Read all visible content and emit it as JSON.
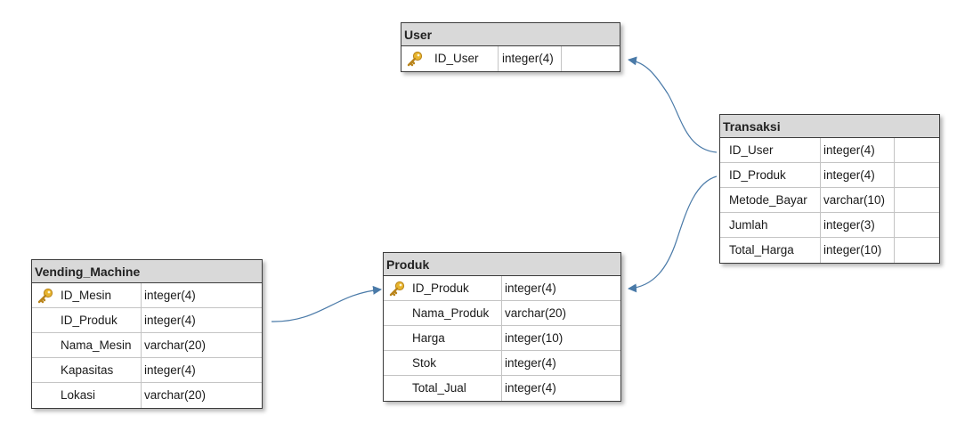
{
  "tables": {
    "user": {
      "title": "User",
      "columns": [
        {
          "name": "ID_User",
          "type": "integer(4)",
          "primary_key": true
        }
      ]
    },
    "transaksi": {
      "title": "Transaksi",
      "columns": [
        {
          "name": "ID_User",
          "type": "integer(4)",
          "primary_key": false
        },
        {
          "name": "ID_Produk",
          "type": "integer(4)",
          "primary_key": false
        },
        {
          "name": "Metode_Bayar",
          "type": "varchar(10)",
          "primary_key": false
        },
        {
          "name": "Jumlah",
          "type": "integer(3)",
          "primary_key": false
        },
        {
          "name": "Total_Harga",
          "type": "integer(10)",
          "primary_key": false
        }
      ]
    },
    "vending": {
      "title": "Vending_Machine",
      "columns": [
        {
          "name": "ID_Mesin",
          "type": "integer(4)",
          "primary_key": true
        },
        {
          "name": "ID_Produk",
          "type": "integer(4)",
          "primary_key": false
        },
        {
          "name": "Nama_Mesin",
          "type": "varchar(20)",
          "primary_key": false
        },
        {
          "name": "Kapasitas",
          "type": "integer(4)",
          "primary_key": false
        },
        {
          "name": "Lokasi",
          "type": "varchar(20)",
          "primary_key": false
        }
      ]
    },
    "produk": {
      "title": "Produk",
      "columns": [
        {
          "name": "ID_Produk",
          "type": "integer(4)",
          "primary_key": true
        },
        {
          "name": "Nama_Produk",
          "type": "varchar(20)",
          "primary_key": false
        },
        {
          "name": "Harga",
          "type": "integer(10)",
          "primary_key": false
        },
        {
          "name": "Stok",
          "type": "integer(4)",
          "primary_key": false
        },
        {
          "name": "Total_Jual",
          "type": "integer(4)",
          "primary_key": false
        }
      ]
    }
  },
  "relationships": [
    {
      "from": "transaksi.ID_User",
      "to": "user.ID_User"
    },
    {
      "from": "transaksi.ID_Produk",
      "to": "produk.ID_Produk"
    },
    {
      "from": "vending.ID_Produk",
      "to": "produk.ID_Produk"
    }
  ],
  "colors": {
    "connector": "#4a7aa8",
    "header_bg": "#d9d9d9",
    "border": "#3c3c3c",
    "key_icon": "#e7b42d"
  }
}
